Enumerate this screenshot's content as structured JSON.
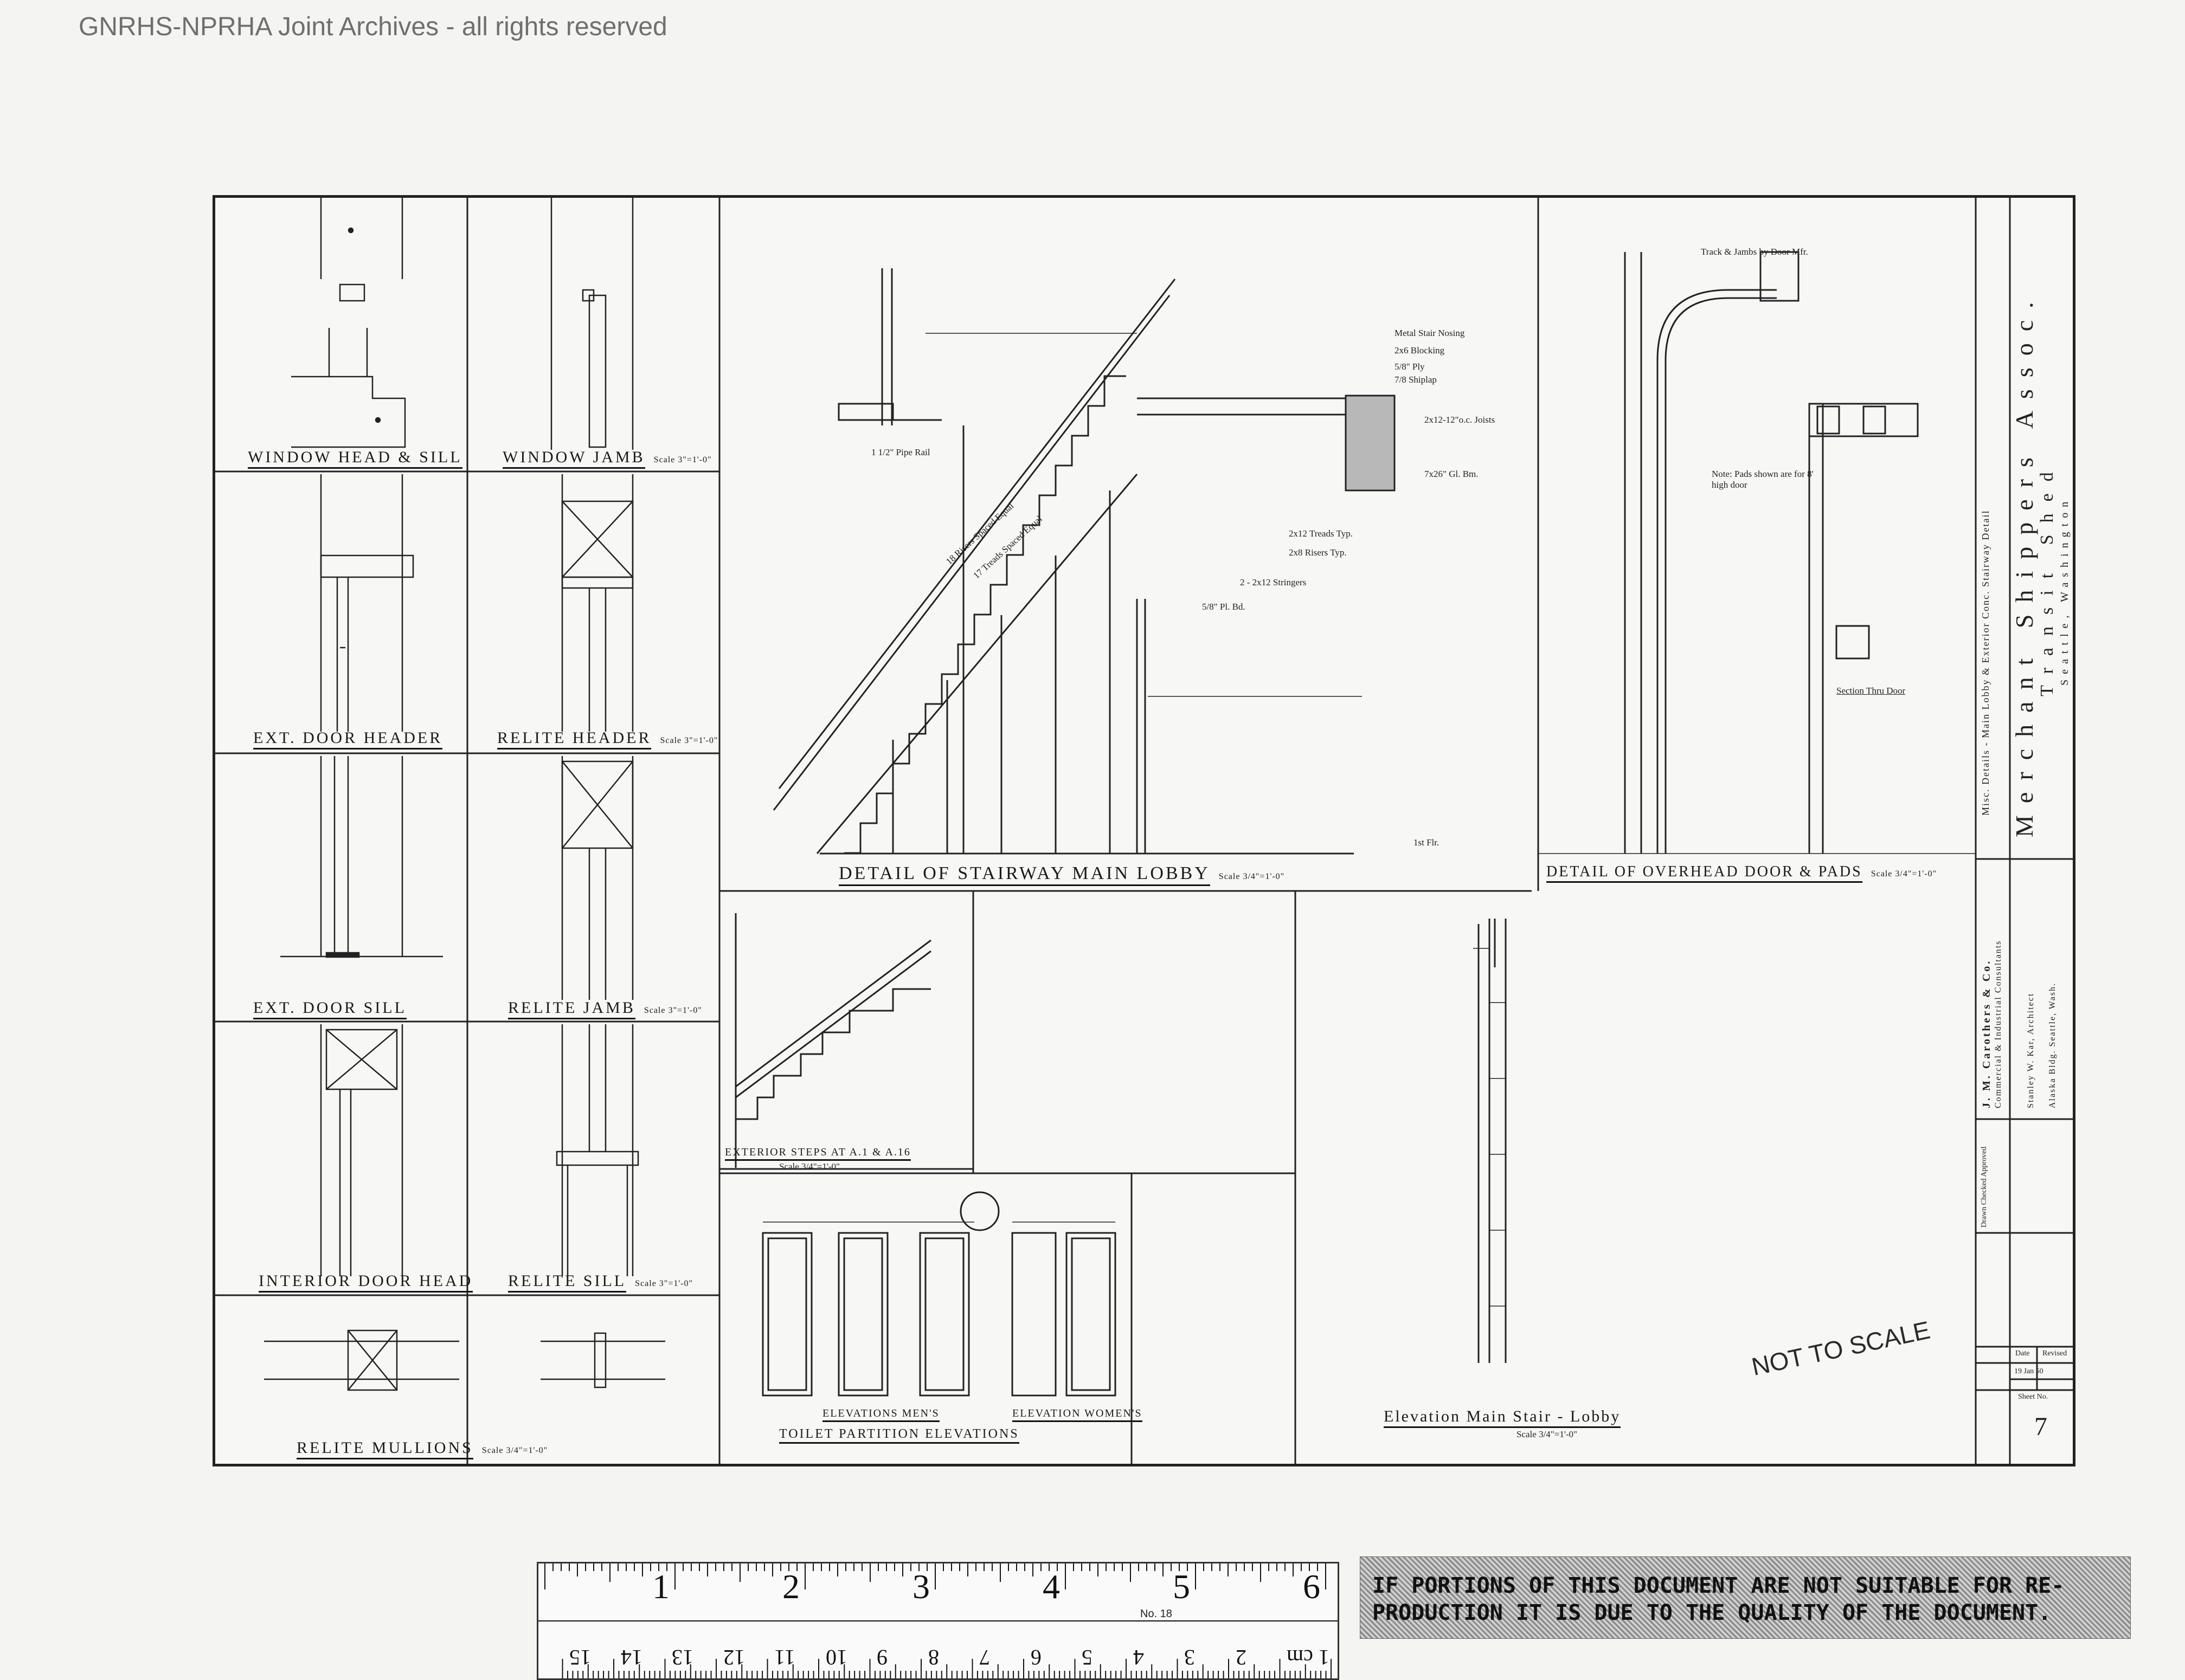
{
  "watermark": "GNRHS-NPRHA Joint Archives - all rights reserved",
  "details": {
    "window_head_sill": "Window Head & Sill",
    "window_jamb": "Window Jamb",
    "window_jamb_scale": "Scale 3\"=1'-0\"",
    "ext_door_header": "Ext. Door Header",
    "relite_header": "Relite Header",
    "relite_header_scale": "Scale 3\"=1'-0\"",
    "ext_door_sill": "Ext. Door Sill",
    "relite_jamb": "Relite Jamb",
    "relite_jamb_scale": "Scale 3\"=1'-0\"",
    "interior_door_head": "Interior Door Head",
    "relite_sill": "Relite Sill",
    "relite_sill_scale": "Scale 3\"=1'-0\"",
    "relite_mullions": "Relite Mullions",
    "relite_mullions_scale": "Scale 3/4\"=1'-0\"",
    "stairway": "Detail of Stairway Main Lobby",
    "stairway_scale": "Scale 3/4\"=1'-0\"",
    "overhead_door": "Detail of Overhead Door & Pads",
    "overhead_door_scale": "Scale 3/4\"=1'-0\"",
    "exterior_steps": "Exterior Steps at A.1 & A.16",
    "exterior_steps_scale": "Scale 3/4\"=1'-0\"",
    "elevation_stair": "Elevation Main Stair - Lobby",
    "elevation_stair_scale": "Scale 3/4\"=1'-0\"",
    "elev_mens": "Elevations Men's",
    "elev_womens": "Elevation Women's",
    "toilet_partition": "Toilet Partition Elevations"
  },
  "notes": {
    "metal_nosing": "Metal Stair Nosing",
    "blocking": "2x6 Blocking",
    "ply": "5/8\" Ply",
    "shiplap": "7/8 Shiplap",
    "joists": "2x12-12\"o.c. Joists",
    "glbm": "7x26\" Gl. Bm.",
    "treads": "2x12 Treads Typ.",
    "risers": "2x8 Risers Typ.",
    "stringers": "2 - 2x12 Stringers",
    "plbd": "5/8\" Pl. Bd.",
    "pipe_rail": "1 1/2\" Pipe Rail",
    "risers_spaced": "18 Risers Spaced Equal",
    "treads_spaced": "17 Treads Spaced Equal",
    "first_flr": "1st Flr.",
    "track": "Track & Jambs by Door Mfr.",
    "note_pads": "Note: Pads shown are for 8' high door",
    "section_thru_door": "Section Thru Door",
    "not_to_scale": "NOT TO SCALE"
  },
  "title_block": {
    "client": "Merchant Shippers Assoc.",
    "project": "Transit Shed",
    "location": "Seattle, Washington",
    "sheet_title": "Misc. Details - Main Lobby & Exterior Conc. Stairway Detail",
    "firm": "J. M. Carothers & Co.",
    "firm_sub": "Commercial & Industrial Consultants",
    "architect": "Stanley W. Kar, Architect",
    "address": "Alaska Bldg. Seattle, Wash.",
    "drawn_checked": "Drawn Checked Approved",
    "date_label": "Date",
    "revised_label": "Revised",
    "date_value": "19 Jan 50",
    "sheet_no_label": "Sheet No.",
    "sheet_no_value": "7"
  },
  "ruler": {
    "inches": [
      "1",
      "2",
      "3",
      "4",
      "5",
      "6"
    ],
    "cm": [
      "1 cm",
      "2",
      "3",
      "4",
      "5",
      "6",
      "7",
      "8",
      "9",
      "10",
      "11",
      "12",
      "13",
      "14",
      "15"
    ],
    "model": "No. 18"
  },
  "warning": {
    "line1": "IF PORTIONS OF THIS DOCUMENT ARE NOT SUITABLE FOR RE-",
    "line2": "PRODUCTION IT IS DUE TO THE QUALITY OF THE DOCUMENT."
  }
}
